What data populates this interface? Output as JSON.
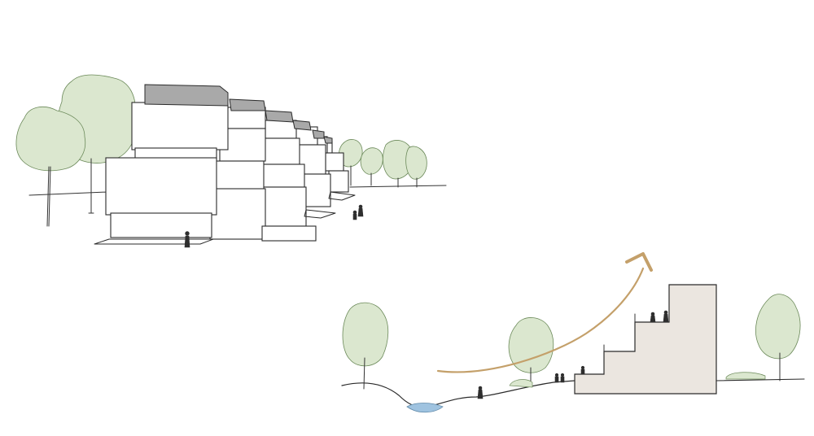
{
  "diagram": {
    "type": "architectural-sketch",
    "panels": [
      {
        "id": "perspective",
        "description_label": ""
      },
      {
        "id": "section",
        "description_label": ""
      }
    ],
    "colors": {
      "ink": "#2b2b2b",
      "foliage": "#dbe7cf",
      "roof": "#a9a9a9",
      "building_fill": "#ebe6e0",
      "arrow": "#c4a06a",
      "water": "#9fc3e0",
      "background": "#ffffff"
    },
    "icons": [
      "tree-icon",
      "person-icon",
      "arrow-icon",
      "water-icon"
    ]
  }
}
